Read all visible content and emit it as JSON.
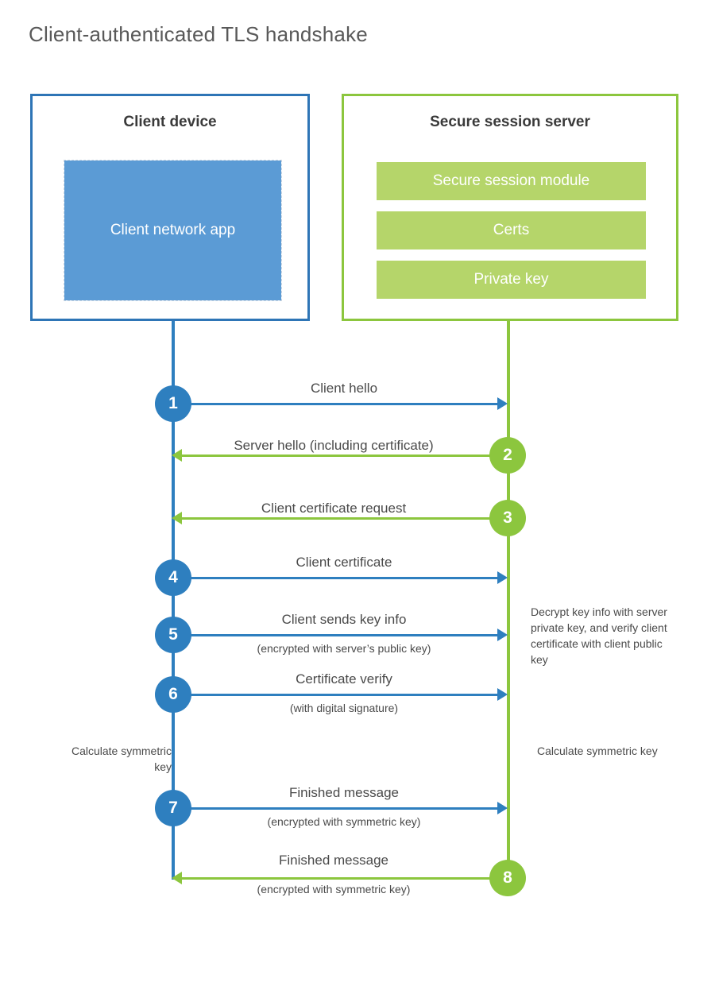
{
  "page": {
    "title": "Client-authenticated TLS handshake"
  },
  "colors": {
    "client_blue": "#2E7FBF",
    "client_box_border": "#2E75B6",
    "client_app_fill": "#5B9BD5",
    "server_green": "#8CC63E",
    "server_item_fill": "#B5D56A",
    "text": "#4a4a4a",
    "title_text": "#595959",
    "background": "#ffffff"
  },
  "client": {
    "title": "Client device",
    "app_label": "Client network app"
  },
  "server": {
    "title": "Secure session server",
    "items": [
      {
        "label": "Secure session module"
      },
      {
        "label": "Certs"
      },
      {
        "label": "Private key"
      }
    ]
  },
  "messages": [
    {
      "number": "1",
      "label": "Client hello",
      "sublabel": "",
      "direction": "client-to-server",
      "color": "blue"
    },
    {
      "number": "2",
      "label": "Server hello (including certificate)",
      "sublabel": "",
      "direction": "server-to-client",
      "color": "green"
    },
    {
      "number": "3",
      "label": "Client certificate request",
      "sublabel": "",
      "direction": "server-to-client",
      "color": "green"
    },
    {
      "number": "4",
      "label": "Client certificate",
      "sublabel": "",
      "direction": "client-to-server",
      "color": "blue"
    },
    {
      "number": "5",
      "label": "Client sends key info",
      "sublabel": "(encrypted with server’s public key)",
      "direction": "client-to-server",
      "color": "blue"
    },
    {
      "number": "6",
      "label": "Certificate verify",
      "sublabel": "(with digital signature)",
      "direction": "client-to-server",
      "color": "blue"
    },
    {
      "number": "7",
      "label": "Finished message",
      "sublabel": "(encrypted with symmetric key)",
      "direction": "client-to-server",
      "color": "blue"
    },
    {
      "number": "8",
      "label": "Finished message",
      "sublabel": "(encrypted with symmetric key)",
      "direction": "server-to-client",
      "color": "green"
    }
  ],
  "annotations": {
    "client_calculate": "Calculate symmetric key",
    "server_decrypt": "Decrypt key info with server private key, and verify client certificate with client public key",
    "server_calculate": "Calculate symmetric key"
  }
}
